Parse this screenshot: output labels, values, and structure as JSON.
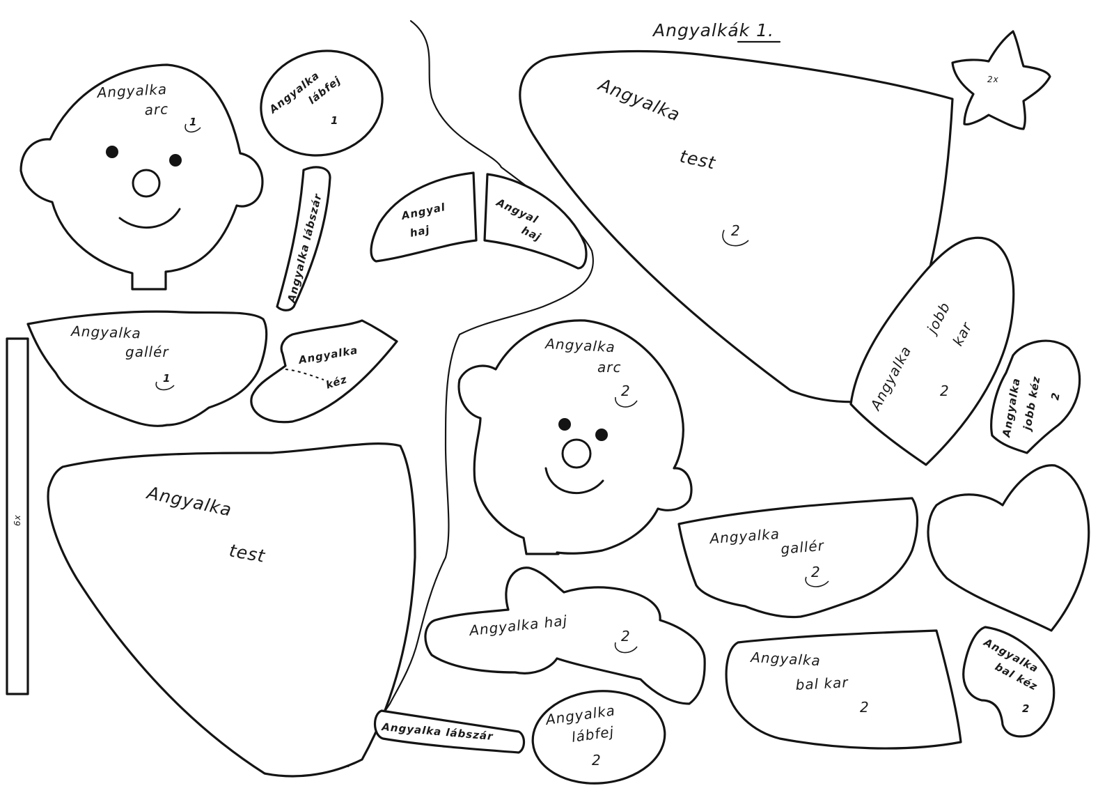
{
  "sheet_title": "Angyalkák 1.",
  "pieces": {
    "arc1": {
      "line1": "Angyalka",
      "line2": "arc",
      "count": "1"
    },
    "labfej1": {
      "line1": "Angyalka",
      "line2": "lábfej",
      "count": "1"
    },
    "labszar1": {
      "label": "Angyalka lábszár"
    },
    "haj_left": {
      "line1": "Angyal",
      "line2": "haj"
    },
    "haj_right": {
      "line1": "Angyal",
      "line2": "haj"
    },
    "test2": {
      "line1": "Angyalka",
      "line2": "test",
      "count": "2"
    },
    "star": {
      "mult": "2x"
    },
    "galler1": {
      "line1": "Angyalka",
      "line2": "gallér",
      "count": "1"
    },
    "kez1": {
      "line1": "Angyalka",
      "line2": "kéz"
    },
    "strip": {
      "mult": "6x"
    },
    "jobbkar": {
      "line1": "Angyalka",
      "line2": "jobb",
      "line3": "kar",
      "count": "2"
    },
    "jobbkez": {
      "line1": "Angyalka",
      "line2": "jobb kéz",
      "count": "2"
    },
    "arc2": {
      "line1": "Angyalka",
      "line2": "arc",
      "count": "2"
    },
    "test1": {
      "line1": "Angyalka",
      "line2": "test"
    },
    "galler2": {
      "line1": "Angyalka",
      "line2": "gallér",
      "count": "2"
    },
    "haj2": {
      "label": "Angyalka haj",
      "count": "2"
    },
    "balkar": {
      "line1": "Angyalka",
      "line2": "bal kar",
      "count": "2"
    },
    "balkez": {
      "line1": "Angyalka",
      "line2": "bal kéz",
      "count": "2"
    },
    "labszar2": {
      "label": "Angyalka lábszár"
    },
    "labfej2": {
      "line1": "Angyalka",
      "line2": "lábfej",
      "count": "2"
    }
  }
}
